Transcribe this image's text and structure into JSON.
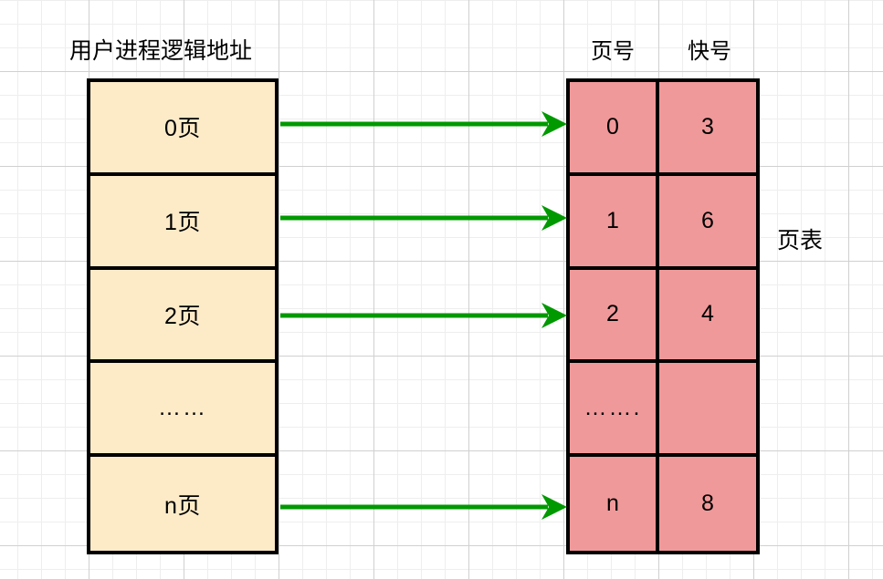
{
  "diagram": {
    "title": "用户进程逻辑地址",
    "page_table_label": "页表",
    "colors": {
      "process_fill": "#fdebc8",
      "table_fill": "#f0999a",
      "border": "#000000",
      "arrow": "#009900",
      "grid_minor": "#eeeeee",
      "grid_major": "#d0d0d0"
    },
    "process_column": {
      "name": "用户进程逻辑地址",
      "cells": [
        {
          "label": "0页"
        },
        {
          "label": "1页"
        },
        {
          "label": "2页"
        },
        {
          "label": "……"
        },
        {
          "label": "n页"
        }
      ]
    },
    "page_table": {
      "label": "页表",
      "headers": [
        "页号",
        "快号"
      ],
      "rows": [
        {
          "page_no": "0",
          "block_no": "3"
        },
        {
          "page_no": "1",
          "block_no": "6"
        },
        {
          "page_no": "2",
          "block_no": "4"
        },
        {
          "page_no": "…….",
          "block_no": ""
        },
        {
          "page_no": "n",
          "block_no": "8"
        }
      ]
    },
    "arrows": [
      {
        "name": "arrow-page-0",
        "from": "0页",
        "to": "0"
      },
      {
        "name": "arrow-page-1",
        "from": "1页",
        "to": "1"
      },
      {
        "name": "arrow-page-2",
        "from": "2页",
        "to": "2"
      },
      {
        "name": "arrow-page-n",
        "from": "n页",
        "to": "n"
      }
    ]
  }
}
